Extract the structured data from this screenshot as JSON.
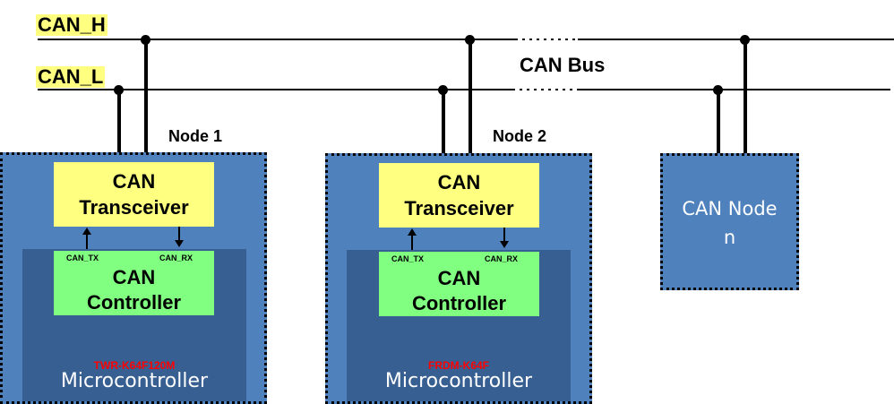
{
  "bus": {
    "high_label": "CAN_H",
    "low_label": "CAN_L",
    "title": "CAN Bus"
  },
  "nodes": [
    {
      "title": "Node 1",
      "transceiver": [
        "CAN",
        "Transceiver"
      ],
      "controller": [
        "CAN",
        "Controller"
      ],
      "tx_label": "CAN_TX",
      "rx_label": "CAN_RX",
      "board": "TWR-K64F120M",
      "mcu_label": "Microcontroller"
    },
    {
      "title": "Node 2",
      "transceiver": [
        "CAN",
        "Transceiver"
      ],
      "controller": [
        "CAN",
        "Controller"
      ],
      "tx_label": "CAN_TX",
      "rx_label": "CAN_RX",
      "board": "FRDM-K64F",
      "mcu_label": "Microcontroller"
    }
  ],
  "node_n": {
    "label_line1": "CAN Node",
    "label_line2": "n"
  },
  "colors": {
    "bus_label_highlight": "#ffff80",
    "node_outer": "#4f81bd",
    "mcu_inner": "#375f91",
    "transceiver": "#ffff80",
    "controller": "#80ff80",
    "board_label": "#ff0000"
  }
}
